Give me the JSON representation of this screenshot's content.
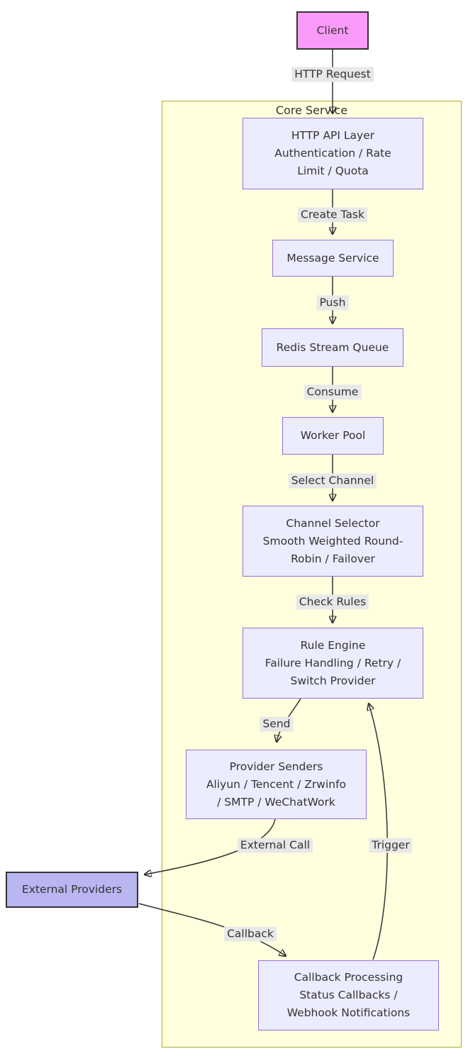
{
  "diagram": {
    "cluster_title": "Core Service",
    "nodes": {
      "client": {
        "label": "Client"
      },
      "api": {
        "lines": [
          "HTTP API Layer",
          "Authentication / Rate",
          "Limit / Quota"
        ]
      },
      "message": {
        "label": "Message Service"
      },
      "redis": {
        "label": "Redis Stream Queue"
      },
      "worker": {
        "label": "Worker Pool"
      },
      "selector": {
        "lines": [
          "Channel Selector",
          "Smooth Weighted Round-",
          "Robin / Failover"
        ]
      },
      "rule": {
        "lines": [
          "Rule Engine",
          "Failure Handling / Retry /",
          "Switch Provider"
        ]
      },
      "senders": {
        "lines": [
          "Provider Senders",
          "Aliyun / Tencent / Zrwinfo",
          "/ SMTP / WeChatWork"
        ]
      },
      "external": {
        "label": "External Providers"
      },
      "callback": {
        "lines": [
          "Callback Processing",
          "Status Callbacks /",
          "Webhook Notifications"
        ]
      }
    },
    "edge_labels": {
      "http_request": "HTTP Request",
      "create_task": "Create Task",
      "push": "Push",
      "consume": "Consume",
      "select_channel": "Select Channel",
      "check_rules": "Check Rules",
      "send": "Send",
      "external_call": "External Call",
      "trigger": "Trigger",
      "callback": "Callback"
    },
    "colors": {
      "node_fill": "#ECECFF",
      "node_border": "#9370DB",
      "client_fill": "#fa9bfa",
      "external_fill": "#b9b6f2",
      "dark_border": "#333333",
      "cluster_fill": "#ffffde",
      "cluster_border": "#aaaa33",
      "edge": "#333333",
      "label_bg": "#e8e8e8",
      "text": "#333333"
    }
  }
}
